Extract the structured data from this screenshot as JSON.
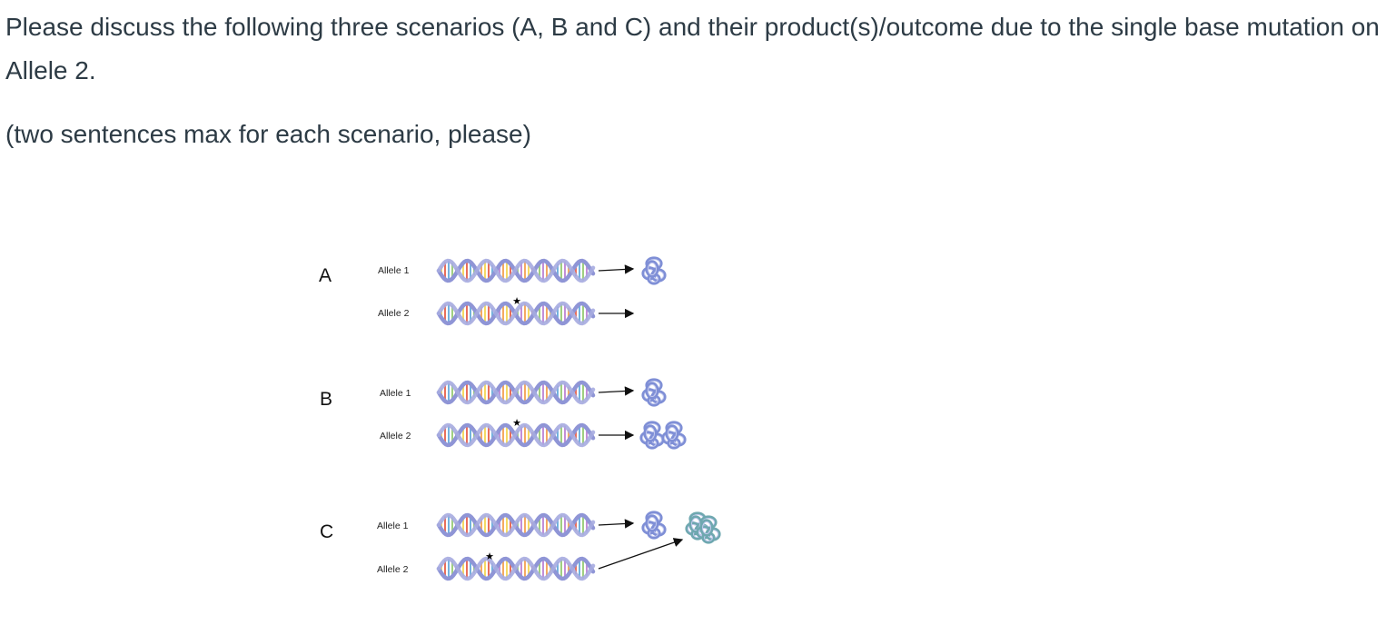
{
  "question": {
    "text": "Please discuss the following three scenarios (A, B and C) and their product(s)/outcome due to the single base mutation on Allele 2.",
    "instruction": "(two sentences max for each scenario, please)"
  },
  "colors": {
    "text": "#2d3b45",
    "dna_backbone": "#8f95d6",
    "protein_normal": "#7f8fd6",
    "protein_abnormal": "#6fa8b0"
  },
  "scenarios": [
    {
      "letter": "A",
      "allele1_label": "Allele 1",
      "allele2_label": "Allele 2",
      "allele1_product": "normal-protein",
      "allele2_product": "none"
    },
    {
      "letter": "B",
      "allele1_label": "Allele 1",
      "allele2_label": "Allele 2",
      "allele1_product": "normal-protein",
      "allele2_product": "two-normal-proteins"
    },
    {
      "letter": "C",
      "allele1_label": "Allele 1",
      "allele2_label": "Allele 2",
      "allele1_product": "normal-protein",
      "allele2_product": "altered-protein-joined"
    }
  ]
}
